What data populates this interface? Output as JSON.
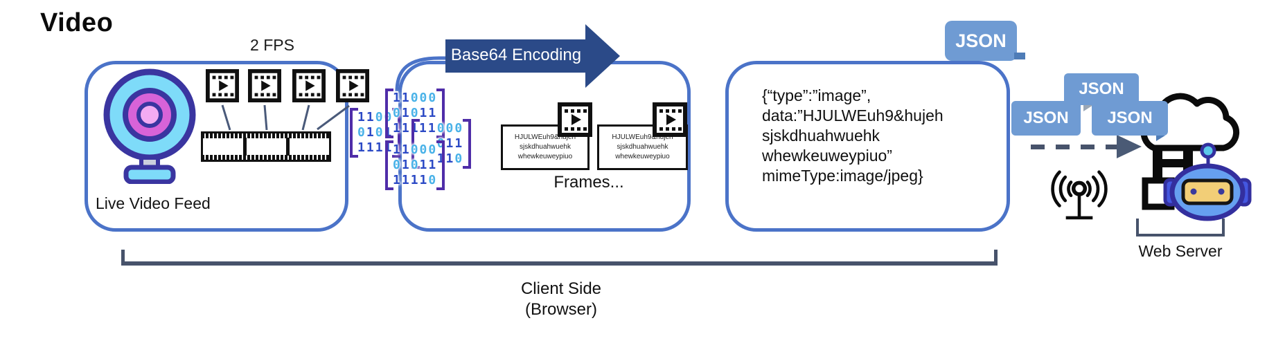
{
  "title": "Video",
  "fps_label": "2 FPS",
  "box1": {
    "caption": "Live Video Feed"
  },
  "binary": {
    "groups": [
      {
        "rows": [
          "1100",
          "0101",
          "1111"
        ]
      },
      {
        "rows": [
          "11000",
          "01011",
          "111"
        ]
      },
      {
        "rows": [
          "11000",
          "011",
          "110"
        ]
      },
      {
        "rows": [
          "11000",
          "01011",
          "11110"
        ]
      }
    ]
  },
  "box2": {
    "banner": "Base64 Encoding",
    "frame_cards": [
      {
        "lines": [
          "HJULWEuh9&hujeh",
          "sjskdhuahwuehk",
          "whewkeuweypiuo"
        ]
      },
      {
        "lines": [
          "HJULWEuh9&hujeh",
          "sjskdhuahwuehk",
          "whewkeuweypiuo"
        ]
      }
    ],
    "caption": "Frames..."
  },
  "box3": {
    "tag": "JSON",
    "payload_lines": [
      "{“type”:”image”,",
      "data:”HJULWEuh9&hujeh",
      "sjskdhuahwuehk",
      "whewkeuweypiuo”",
      "mimeType:image/jpeg}"
    ]
  },
  "json_tags": [
    "JSON",
    "JSON",
    "JSON"
  ],
  "server": {
    "label": "Web Server"
  },
  "client": {
    "line1": "Client Side",
    "line2": "(Browser)"
  },
  "colors": {
    "box_border": "#4B73C8",
    "banner_navy": "#2B4A88",
    "json_tag_blue": "#6F9BD3",
    "slate": "#47536B",
    "bit_one": "#2B49C5",
    "bit_zero": "#49B2E8",
    "bracket_purple": "#4F2DA8",
    "webcam_cyan": "#7EDBF9",
    "webcam_magenta": "#D863D8",
    "webcam_indigo": "#3A35A0",
    "robot_blue": "#66A0F0",
    "visor_yellow": "#F2CE77"
  }
}
